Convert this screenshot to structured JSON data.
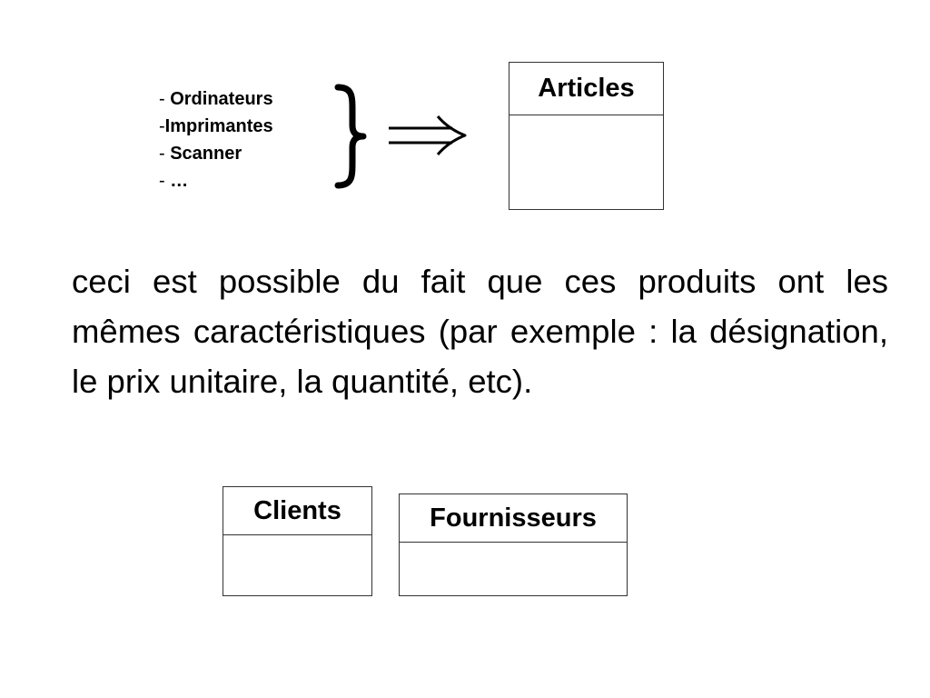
{
  "products": {
    "items": [
      {
        "dash": "- ",
        "name": "Ordinateurs"
      },
      {
        "dash": "-",
        "name": "Imprimantes"
      },
      {
        "dash": "- ",
        "name": "Scanner"
      },
      {
        "dash": "- ",
        "name": "…"
      }
    ]
  },
  "symbols": {
    "brace": "right-curly-brace",
    "arrow": "implies-double-arrow"
  },
  "entities": {
    "articles": {
      "title": "Articles"
    },
    "clients": {
      "title": "Clients"
    },
    "fournisseurs": {
      "title": "Fournisseurs"
    }
  },
  "explanation": {
    "text": "ceci est possible du fait que ces produits ont les mêmes caractéristiques (par exemple : la désignation, le prix unitaire, la quantité, etc)."
  },
  "colors": {
    "text": "#000000",
    "border": "#333333",
    "background": "#ffffff"
  }
}
